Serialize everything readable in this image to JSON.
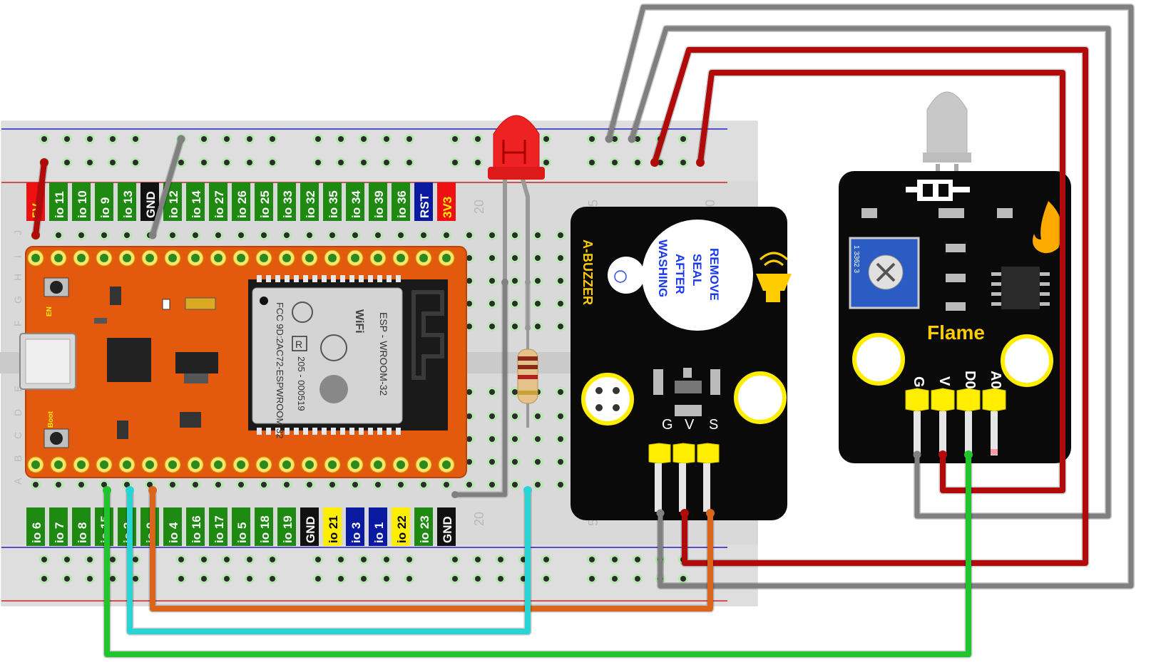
{
  "breadboard": {
    "row_letters_top": [
      "J",
      "I",
      "H",
      "G",
      "F"
    ],
    "row_letters_bottom": [
      "E",
      "D",
      "C",
      "B",
      "A"
    ],
    "column_numbers": [
      "20",
      "5",
      "0",
      "20",
      "5"
    ]
  },
  "esp32": {
    "top_pins": [
      "5V",
      "io 11",
      "io 10",
      "io 9",
      "io 13",
      "GND",
      "io 12",
      "io 14",
      "io 27",
      "io 26",
      "io 25",
      "io 33",
      "io 32",
      "io 35",
      "io 34",
      "io 39",
      "io 36",
      "RST",
      "3V3"
    ],
    "bottom_pins": [
      "io 6",
      "io 7",
      "io 8",
      "io 15",
      "io 2",
      "io 0",
      "io 4",
      "io 16",
      "io 17",
      "io 5",
      "io 18",
      "io 19",
      "GND",
      "io 21",
      "io 3",
      "io 1",
      "io 22",
      "io 23",
      "GND"
    ],
    "en_label": "EN",
    "boot_label": "Boot",
    "module_name": "ESP - WROOM-32",
    "fcc_text": "FCC 9D:2AC72-ESPWROOM 32",
    "cert_text": "205 - 000519",
    "wifi_label": "WiFi",
    "r_mark": "R"
  },
  "buzzer_module": {
    "title": "A-BUZZER",
    "seal_text": [
      "REMOVE",
      "SEAL",
      "AFTER",
      "WASHING"
    ],
    "pin_labels": [
      "G",
      "V",
      "S"
    ]
  },
  "flame_module": {
    "title": "Flame",
    "pin_labels": [
      "G",
      "V",
      "D0",
      "A0"
    ],
    "pot_text": "1 3362 3"
  },
  "colors": {
    "board_orange": "#e35a0f",
    "pin_green": "#1f8a12",
    "pin_yellow": "#ffee00",
    "pin_blue": "#0a1aa0",
    "pin_red": "#ee1111",
    "module_black": "#0a0a0a",
    "wire_red": "#b00a0a",
    "wire_gray": "#808080",
    "wire_green": "#21c42c",
    "wire_cyan": "#2ad4d4",
    "wire_orange": "#d9661c"
  }
}
